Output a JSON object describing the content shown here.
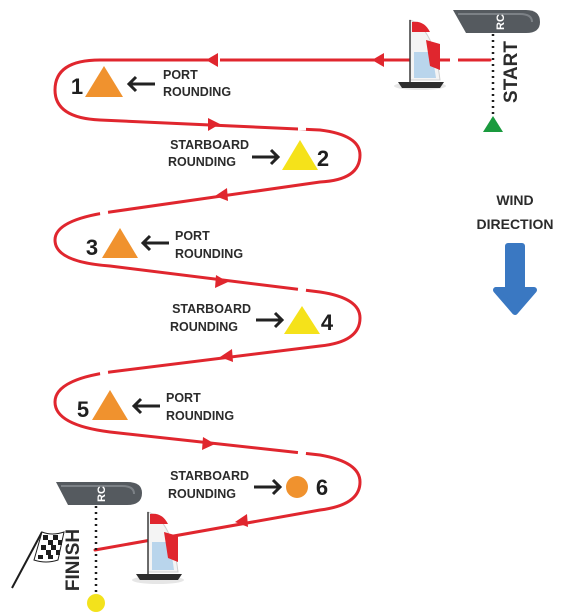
{
  "start": {
    "label": "START",
    "boat_label": "RC"
  },
  "finish": {
    "label": "FINISH",
    "boat_label": "RC"
  },
  "wind": {
    "line1": "WIND",
    "line2": "DIRECTION",
    "color": "#3a78c2"
  },
  "colors": {
    "course": "#e0262e",
    "port_mark": "#f0922e",
    "starboard_mark": "#f5e21a",
    "start_pin": "#1a9a3e",
    "finish_pin": "#f3e21c"
  },
  "marks": [
    {
      "number": "1",
      "shape": "triangle",
      "rounding_line1": "PORT",
      "rounding_line2": "ROUNDING"
    },
    {
      "number": "2",
      "shape": "triangle",
      "rounding_line1": "STARBOARD",
      "rounding_line2": "ROUNDING"
    },
    {
      "number": "3",
      "shape": "triangle",
      "rounding_line1": "PORT",
      "rounding_line2": "ROUNDING"
    },
    {
      "number": "4",
      "shape": "triangle",
      "rounding_line1": "STARBOARD",
      "rounding_line2": "ROUNDING"
    },
    {
      "number": "5",
      "shape": "triangle",
      "rounding_line1": "PORT",
      "rounding_line2": "ROUNDING"
    },
    {
      "number": "6",
      "shape": "circle",
      "rounding_line1": "STARBOARD",
      "rounding_line2": "ROUNDING"
    }
  ]
}
